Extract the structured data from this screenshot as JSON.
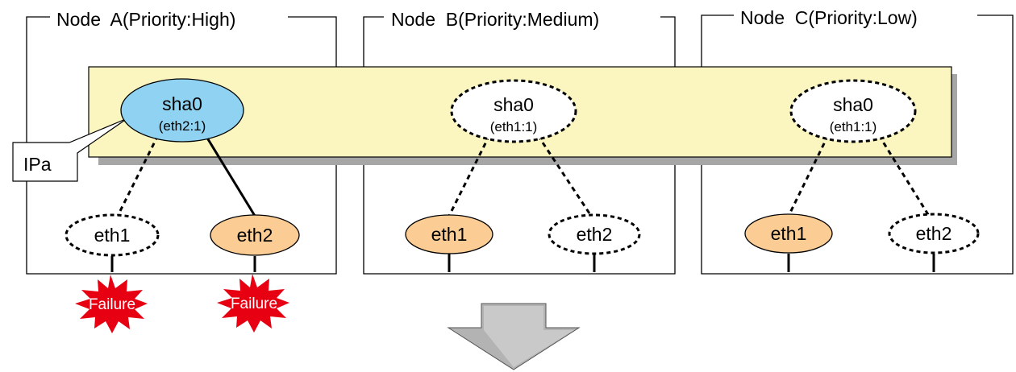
{
  "nodes": [
    {
      "title": "Node  A(Priority:High)",
      "virtual": {
        "name": "sha0",
        "sub": "(eth2:1)",
        "state": "active"
      },
      "nics": [
        {
          "label": "eth1",
          "state": "standby",
          "failure": "Failure"
        },
        {
          "label": "eth2",
          "state": "active",
          "failure": "Failure"
        }
      ],
      "links": [
        "standby",
        "active"
      ]
    },
    {
      "title": "Node  B(Priority:Medium)",
      "virtual": {
        "name": "sha0",
        "sub": "(eth1:1)",
        "state": "standby"
      },
      "nics": [
        {
          "label": "eth1",
          "state": "active",
          "failure": ""
        },
        {
          "label": "eth2",
          "state": "standby",
          "failure": ""
        }
      ],
      "links": [
        "standby",
        "standby"
      ]
    },
    {
      "title": "Node  C(Priority:Low)",
      "virtual": {
        "name": "sha0",
        "sub": "(eth1:1)",
        "state": "standby"
      },
      "nics": [
        {
          "label": "eth1",
          "state": "active",
          "failure": ""
        },
        {
          "label": "eth2",
          "state": "standby",
          "failure": ""
        }
      ],
      "links": [
        "standby",
        "standby"
      ]
    }
  ],
  "ip_callout": {
    "label": "IPa"
  },
  "colors": {
    "band": "#fbf6c0",
    "band_shadow": "#a6a6a6",
    "virtual_active": "#8fd2f2",
    "nic_active": "#fbcd94",
    "failure_burst": "#e60012",
    "failure_text": "#ffffff",
    "arrow": "#b3b3b3",
    "stroke": "#000000"
  }
}
